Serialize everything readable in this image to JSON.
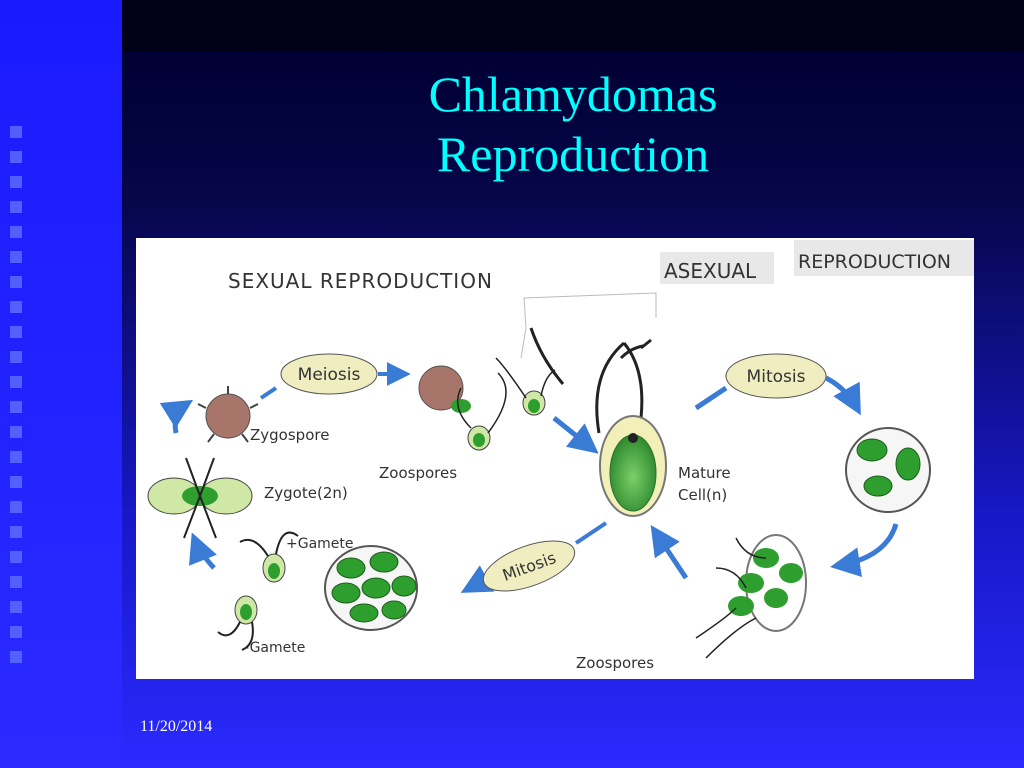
{
  "slide": {
    "title_line1": "Chlamydomas",
    "title_line2": "Reproduction",
    "date": "11/20/2014"
  },
  "diagram": {
    "sexual_heading": "SEXUAL REPRODUCTION",
    "asexual_heading_a": "ASEXUAL",
    "asexual_heading_b": "REPRODUCTION",
    "meiosis": "Meiosis",
    "mitosis_top": "Mitosis",
    "mitosis_bottom": "Mitosis",
    "zygospore": "Zygospore",
    "zygote": "Zygote(2n)",
    "zoospores_sexual": "Zoospores",
    "plus_gamete": "+Gamete",
    "minus_gamete": "-Gamete",
    "mature_cell_1": "Mature",
    "mature_cell_2": "Cell(n)",
    "zoospores_asexual": "Zoospores"
  },
  "colors": {
    "title": "#00ffff",
    "cell_green": "#2e9e2e",
    "cell_fill": "#cfe8a6",
    "arrow_blue": "#3a7bd5",
    "label_fill": "#f0eec0",
    "spore_brown": "#a8756a"
  }
}
